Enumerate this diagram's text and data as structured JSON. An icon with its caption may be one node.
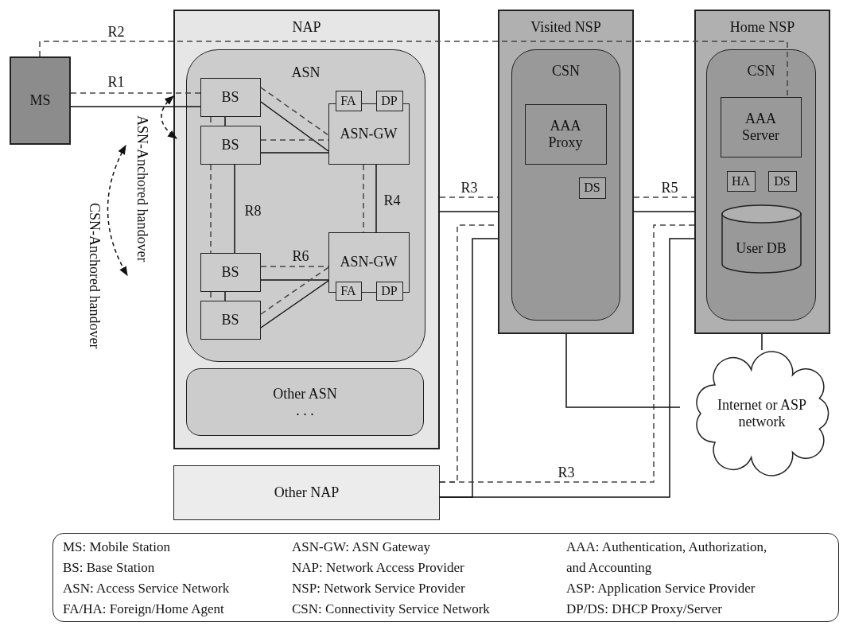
{
  "diagram": {
    "nodes": [
      {
        "text": [
          "MS"
        ]
      },
      {
        "text": [
          "NAP"
        ]
      },
      {
        "text": [
          "ASN"
        ],
        "in": 1
      },
      {
        "text": [
          "BS"
        ],
        "in": 2
      },
      {
        "text": [
          "BS"
        ],
        "in": 2
      },
      {
        "text": [
          "BS"
        ],
        "in": 2
      },
      {
        "text": [
          "BS"
        ],
        "in": 2
      },
      {
        "text": [
          "ASN-GW"
        ],
        "in": 2
      },
      {
        "text": [
          "FA"
        ],
        "in": 2
      },
      {
        "text": [
          "DP"
        ],
        "in": 2
      },
      {
        "text": [
          "ASN-GW"
        ],
        "in": 2
      },
      {
        "text": [
          "FA"
        ],
        "in": 2
      },
      {
        "text": [
          "DP"
        ],
        "in": 2
      },
      {
        "text": [
          "Other ASN",
          ". . ."
        ],
        "in": 1
      },
      {
        "text": [
          "Other NAP"
        ]
      },
      {
        "text": [
          "Visited NSP"
        ]
      },
      {
        "text": [
          "CSN"
        ],
        "in": 15
      },
      {
        "text": [
          "AAA Proxy"
        ],
        "in": 16
      },
      {
        "text": [
          "DS"
        ],
        "in": 16
      },
      {
        "text": [
          "Home NSP"
        ]
      },
      {
        "text": [
          "CSN"
        ],
        "in": 19
      },
      {
        "text": [
          "AAA Server"
        ],
        "in": 20
      },
      {
        "text": [
          "HA"
        ],
        "in": 20
      },
      {
        "text": [
          "DS"
        ],
        "in": 20
      },
      {
        "text": [
          "User DB"
        ],
        "in": 20
      },
      {
        "text": [
          "Internet or ASP network"
        ]
      }
    ],
    "edges": [
      {
        "from": 0,
        "to": 21,
        "arrow": "none",
        "label": "R2",
        "style": "dashed"
      },
      {
        "from": 0,
        "to": 3,
        "arrow": "none",
        "label": "R1",
        "style": "dashed"
      },
      {
        "from": 0,
        "to": 3,
        "arrow": "none"
      },
      {
        "from": 3,
        "to": 4,
        "arrow": "none",
        "style": "dashed"
      },
      {
        "from": 3,
        "to": 4,
        "arrow": "none"
      },
      {
        "from": 3,
        "to": 7,
        "arrow": "none",
        "style": "dashed"
      },
      {
        "from": 3,
        "to": 7,
        "arrow": "none"
      },
      {
        "from": 4,
        "to": 7,
        "arrow": "none",
        "style": "dashed"
      },
      {
        "from": 4,
        "to": 7,
        "arrow": "none"
      },
      {
        "from": 4,
        "to": 5,
        "arrow": "none",
        "style": "dashed"
      },
      {
        "from": 4,
        "to": 5,
        "arrow": "none",
        "label": "R8"
      },
      {
        "from": 5,
        "to": 6,
        "arrow": "none",
        "style": "dashed"
      },
      {
        "from": 5,
        "to": 6,
        "arrow": "none"
      },
      {
        "from": 5,
        "to": 10,
        "arrow": "none",
        "label": "R6",
        "style": "dashed"
      },
      {
        "from": 5,
        "to": 10,
        "arrow": "none"
      },
      {
        "from": 6,
        "to": 10,
        "arrow": "none",
        "style": "dashed"
      },
      {
        "from": 6,
        "to": 10,
        "arrow": "none"
      },
      {
        "from": 7,
        "to": 10,
        "arrow": "none",
        "style": "dashed"
      },
      {
        "from": 7,
        "to": 10,
        "arrow": "none",
        "label": "R4"
      },
      {
        "from": 1,
        "to": 15,
        "arrow": "none",
        "label": "R3",
        "style": "dashed"
      },
      {
        "from": 1,
        "to": 15,
        "arrow": "none"
      },
      {
        "from": 15,
        "to": 19,
        "arrow": "none",
        "label": "R5",
        "style": "dashed"
      },
      {
        "from": 15,
        "to": 19,
        "arrow": "none"
      },
      {
        "from": 14,
        "to": 15,
        "arrow": "none",
        "style": "dashed"
      },
      {
        "from": 14,
        "to": 15,
        "arrow": "none"
      },
      {
        "from": 14,
        "to": 19,
        "arrow": "none",
        "label": "R3",
        "style": "dashed"
      },
      {
        "from": 14,
        "to": 19,
        "arrow": "none"
      },
      {
        "from": 15,
        "to": 25,
        "arrow": "none"
      },
      {
        "from": 19,
        "to": 25,
        "arrow": "none"
      }
    ],
    "labels": [
      "ASN-Anchored handover",
      "CSN-Anchored handover",
      "MS: Mobile Station",
      "ASN-GW: ASN Gateway",
      "AAA: Authentication, Authorization, and Accounting",
      "BS: Base Station",
      "NAP: Network Access Provider",
      "ASN: Access Service Network",
      "NSP: Network Service Provider",
      "ASP: Application Service Provider",
      "FA/HA: Foreign/Home Agent",
      "CSN: Connectivity Service Network",
      "DP/DS: DHCP Proxy/Server"
    ]
  }
}
